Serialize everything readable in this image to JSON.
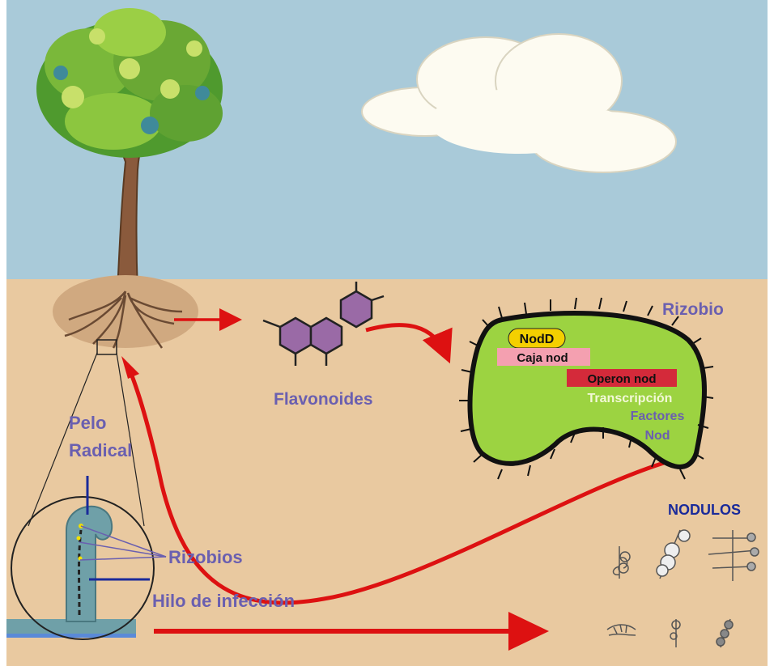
{
  "labels": {
    "rizobio": "Rizobio",
    "flavonoides": "Flavonoides",
    "pelo_radical_1": "Pelo",
    "pelo_radical_2": "Radical",
    "rizobios": "Rizobios",
    "hilo_infeccion": "Hilo de infección",
    "nodulos": "NODULOS"
  },
  "bacterium": {
    "nodd": "NodD",
    "caja_nod": "Caja nod",
    "operon_nod": "Operon nod",
    "transcripcion": "Transcripción",
    "factores": "Factores",
    "nod": "Nod"
  },
  "colors": {
    "sky": "#a9cad9",
    "soil": "#e9c9a0",
    "bacterium_fill": "#9cd341",
    "label_purple": "#6a5fb0",
    "arrow_red": "#dd1111",
    "nodd_fill": "#f4d000",
    "caja_fill": "#f4a0b0",
    "operon_fill": "#d42a3a",
    "flavonoid_ring": "#9a6aa6"
  }
}
